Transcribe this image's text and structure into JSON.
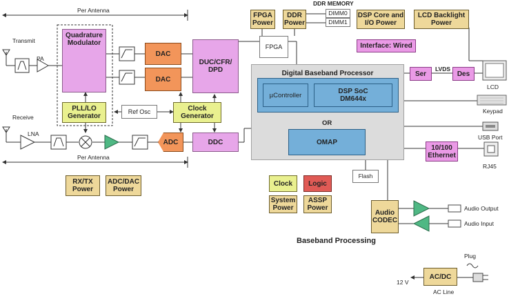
{
  "top_blocks": {
    "fpga_power": "FPGA\nPower",
    "ddr_power": "DDR\nPower",
    "ddr_memory": "DDR MEMORY",
    "dimm0": "DIMM0",
    "dimm1": "DIMM1",
    "dsp_io_power": "DSP Core and\nI/O Power",
    "lcd_backlight_power": "LCD Backlight\nPower",
    "interface_wired": "Interface: Wired"
  },
  "rf": {
    "per_antenna_top": "Per Antenna",
    "per_antenna_bottom": "Per Antenna",
    "transmit": "Transmit",
    "receive": "Receive",
    "pa": "PA",
    "lna": "LNA",
    "quadrature_modulator": "Quadrature\nModulator",
    "pll_lo": "PLL/LO\nGenerator",
    "dac1": "DAC",
    "dac2": "DAC",
    "adc": "ADC",
    "ref_osc": "Ref Osc",
    "clock_generator": "Clock\nGenerator",
    "duc": "DUC/CFR/\nDPD",
    "ddc": "DDC",
    "fpga": "FPGA"
  },
  "baseband": {
    "dbp_title": "Digital Baseband Processor",
    "controller": "µController",
    "dsp_soc": "DSP SoC\nDM644x",
    "or": "OR",
    "omap": "OMAP",
    "ser": "Ser",
    "des": "Des",
    "lvds": "LVDS",
    "lcd": "LCD",
    "keypad": "Keypad",
    "usb_port": "USB Port",
    "ethernet": "10/100\nEthernet",
    "rj45": "RJ45",
    "flash": "Flash",
    "audio_codec": "Audio\nCODEC",
    "audio_output": "Audio Output",
    "audio_input": "Audio Input",
    "section_title": "Baseband Processing"
  },
  "power_legend": {
    "rxtx_power": "RX/TX\nPower",
    "adcdac_power": "ADC/DAC\nPower",
    "clock": "Clock",
    "logic": "Logic",
    "system_power": "System\nPower",
    "assp_power": "ASSP\nPower"
  },
  "ac_power": {
    "plug": "Plug",
    "acdc": "AC/DC",
    "ac_line": "AC Line",
    "v12": "12 V"
  },
  "colors": {
    "power_tan": "#eed89a",
    "fpga_pink": "#e7a6e9",
    "clock_yellow": "#e9f08f",
    "converter_orange": "#f2955a",
    "processor_blue": "#74afd9",
    "logic_red": "#e05a55",
    "amplifier_green": "#4fb884",
    "dbp_gray": "#dcdcdc"
  }
}
